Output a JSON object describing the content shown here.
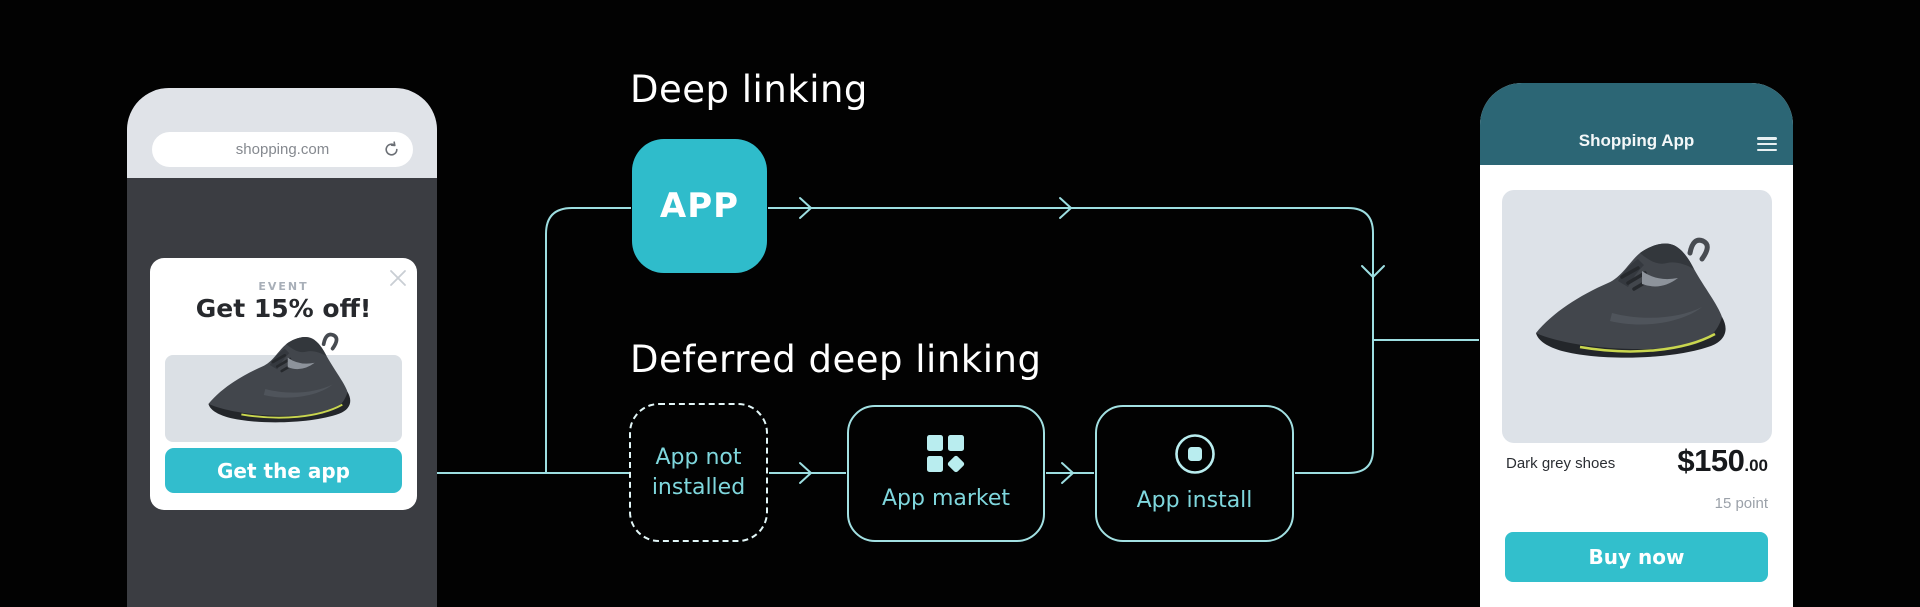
{
  "titles": {
    "deep_linking": "Deep linking",
    "deferred_deep_linking": "Deferred deep linking"
  },
  "flow": {
    "app_node_label": "APP",
    "nodes": [
      {
        "label": "App not installed",
        "style": "dashed",
        "icon": "none"
      },
      {
        "label": "App market",
        "style": "solid",
        "icon": "app-market-grid-icon"
      },
      {
        "label": "App install",
        "style": "solid",
        "icon": "app-install-circle-icon"
      }
    ]
  },
  "browser_phone": {
    "url": "shopping.com",
    "reload_icon": "reload-icon",
    "popup": {
      "eyebrow": "EVENT",
      "headline": "Get 15% off!",
      "close_icon": "close-icon",
      "product_image": "dark-grey-sneaker-photo",
      "cta_label": "Get the app"
    }
  },
  "app_phone": {
    "header_title": "Shopping App",
    "menu_icon": "hamburger-menu-icon",
    "product": {
      "image": "dark-grey-sneaker-photo",
      "name": "Dark grey shoes",
      "price_main": "$150",
      "price_fraction": ".00",
      "points": "15 point",
      "cta_label": "Buy now"
    }
  },
  "colors": {
    "background": "#020202",
    "accent_teal": "#2fbccb",
    "flow_line": "#9ddee1",
    "node_border": "#a2e0e2",
    "node_text": "#7fd7dd",
    "browser_header": "#e0e3e8",
    "phone_body_dark": "#3b3d42",
    "app_header_teal": "#2c6675",
    "image_placeholder": "#dde2e8",
    "cta_teal": "#32bdcd"
  }
}
